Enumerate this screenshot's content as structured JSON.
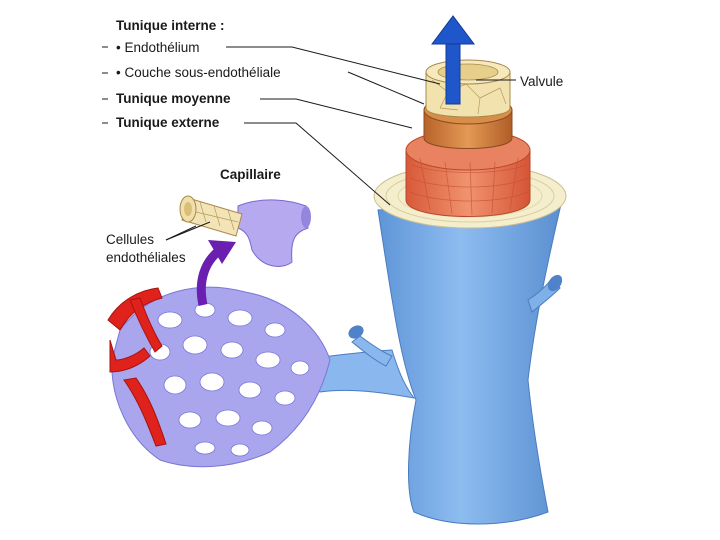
{
  "labels": {
    "tunique_interne": "Tunique interne :",
    "endothelium": "• Endothélium",
    "couche_sous_endotheliale": "• Couche sous-endothéliale",
    "tunique_moyenne": "Tunique moyenne",
    "tunique_externe": "Tunique externe",
    "valvule": "Valvule",
    "capillaire": "Capillaire",
    "cellules_line1": "Cellules",
    "cellules_line2": "endothéliales"
  },
  "colors": {
    "vein": "#7fb0e8",
    "vein_dark": "#5a8fd0",
    "capillary": "#a8a6ee",
    "artery": "#e0221c",
    "tunica_media": "#e0714f",
    "tunica_externa": "#f3ecc8",
    "endothelium": "#f0dfa8",
    "arrow_blood": "#1f56c9",
    "arrow_purple": "#6a1fb0"
  },
  "icons": {
    "flow_arrow": "blood-flow-up-arrow",
    "capillary_arrow": "curved-purple-arrow"
  }
}
